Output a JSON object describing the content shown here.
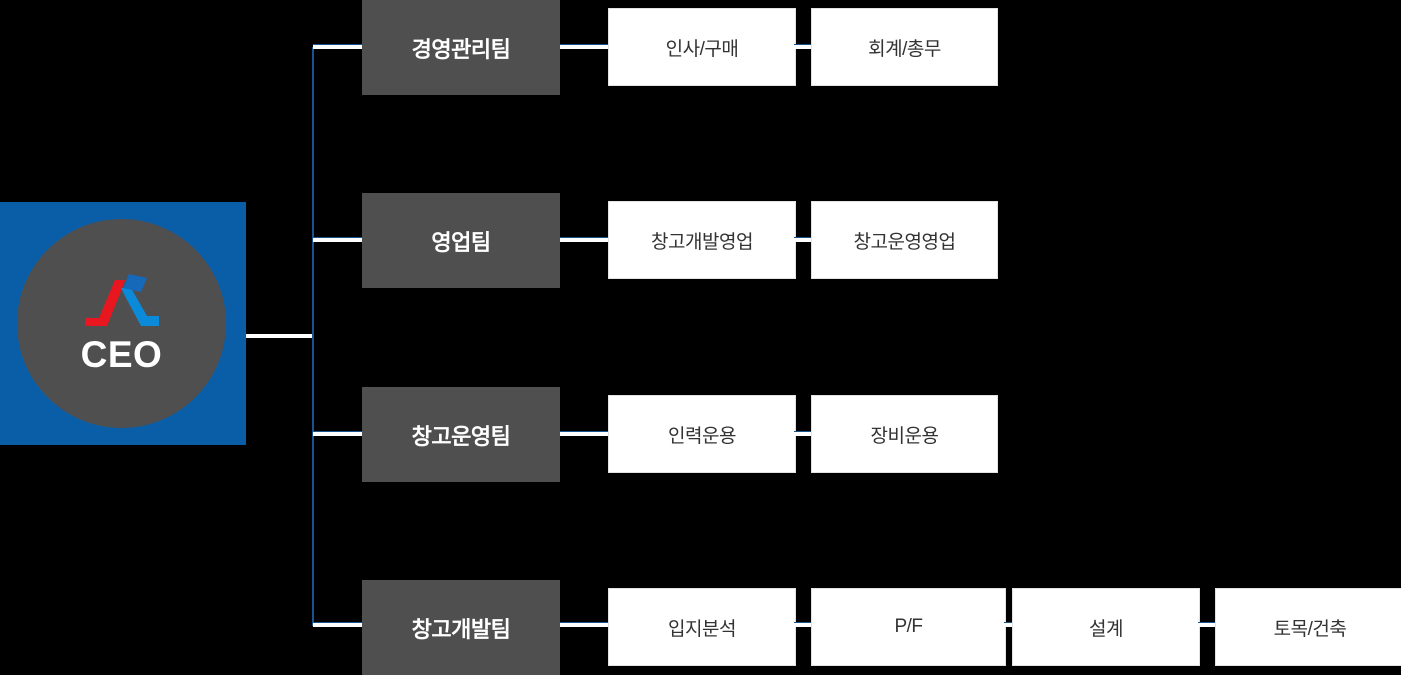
{
  "chart": {
    "type": "org-chart",
    "root": {
      "label": "CEO",
      "logo_icon": "company-logo-icon",
      "square_color": "#0a5ea8",
      "circle_color": "#4f4f4f",
      "label_color": "#ffffff"
    },
    "connector_color": "#17538c",
    "connector_highlight": "#ffffff",
    "team_color": "#4f4f4f",
    "dept_color": "#ffffff",
    "teams": [
      {
        "label": "경영관리팀",
        "departments": [
          {
            "label": "인사/구매"
          },
          {
            "label": "회계/총무"
          }
        ]
      },
      {
        "label": "영업팀",
        "departments": [
          {
            "label": "창고개발영업"
          },
          {
            "label": "창고운영영업"
          }
        ]
      },
      {
        "label": "창고운영팀",
        "departments": [
          {
            "label": "인력운용"
          },
          {
            "label": "장비운용"
          }
        ]
      },
      {
        "label": "창고개발팀",
        "departments": [
          {
            "label": "입지분석"
          },
          {
            "label": "P/F"
          },
          {
            "label": "설계"
          },
          {
            "label": "토목/건축"
          }
        ]
      }
    ]
  }
}
